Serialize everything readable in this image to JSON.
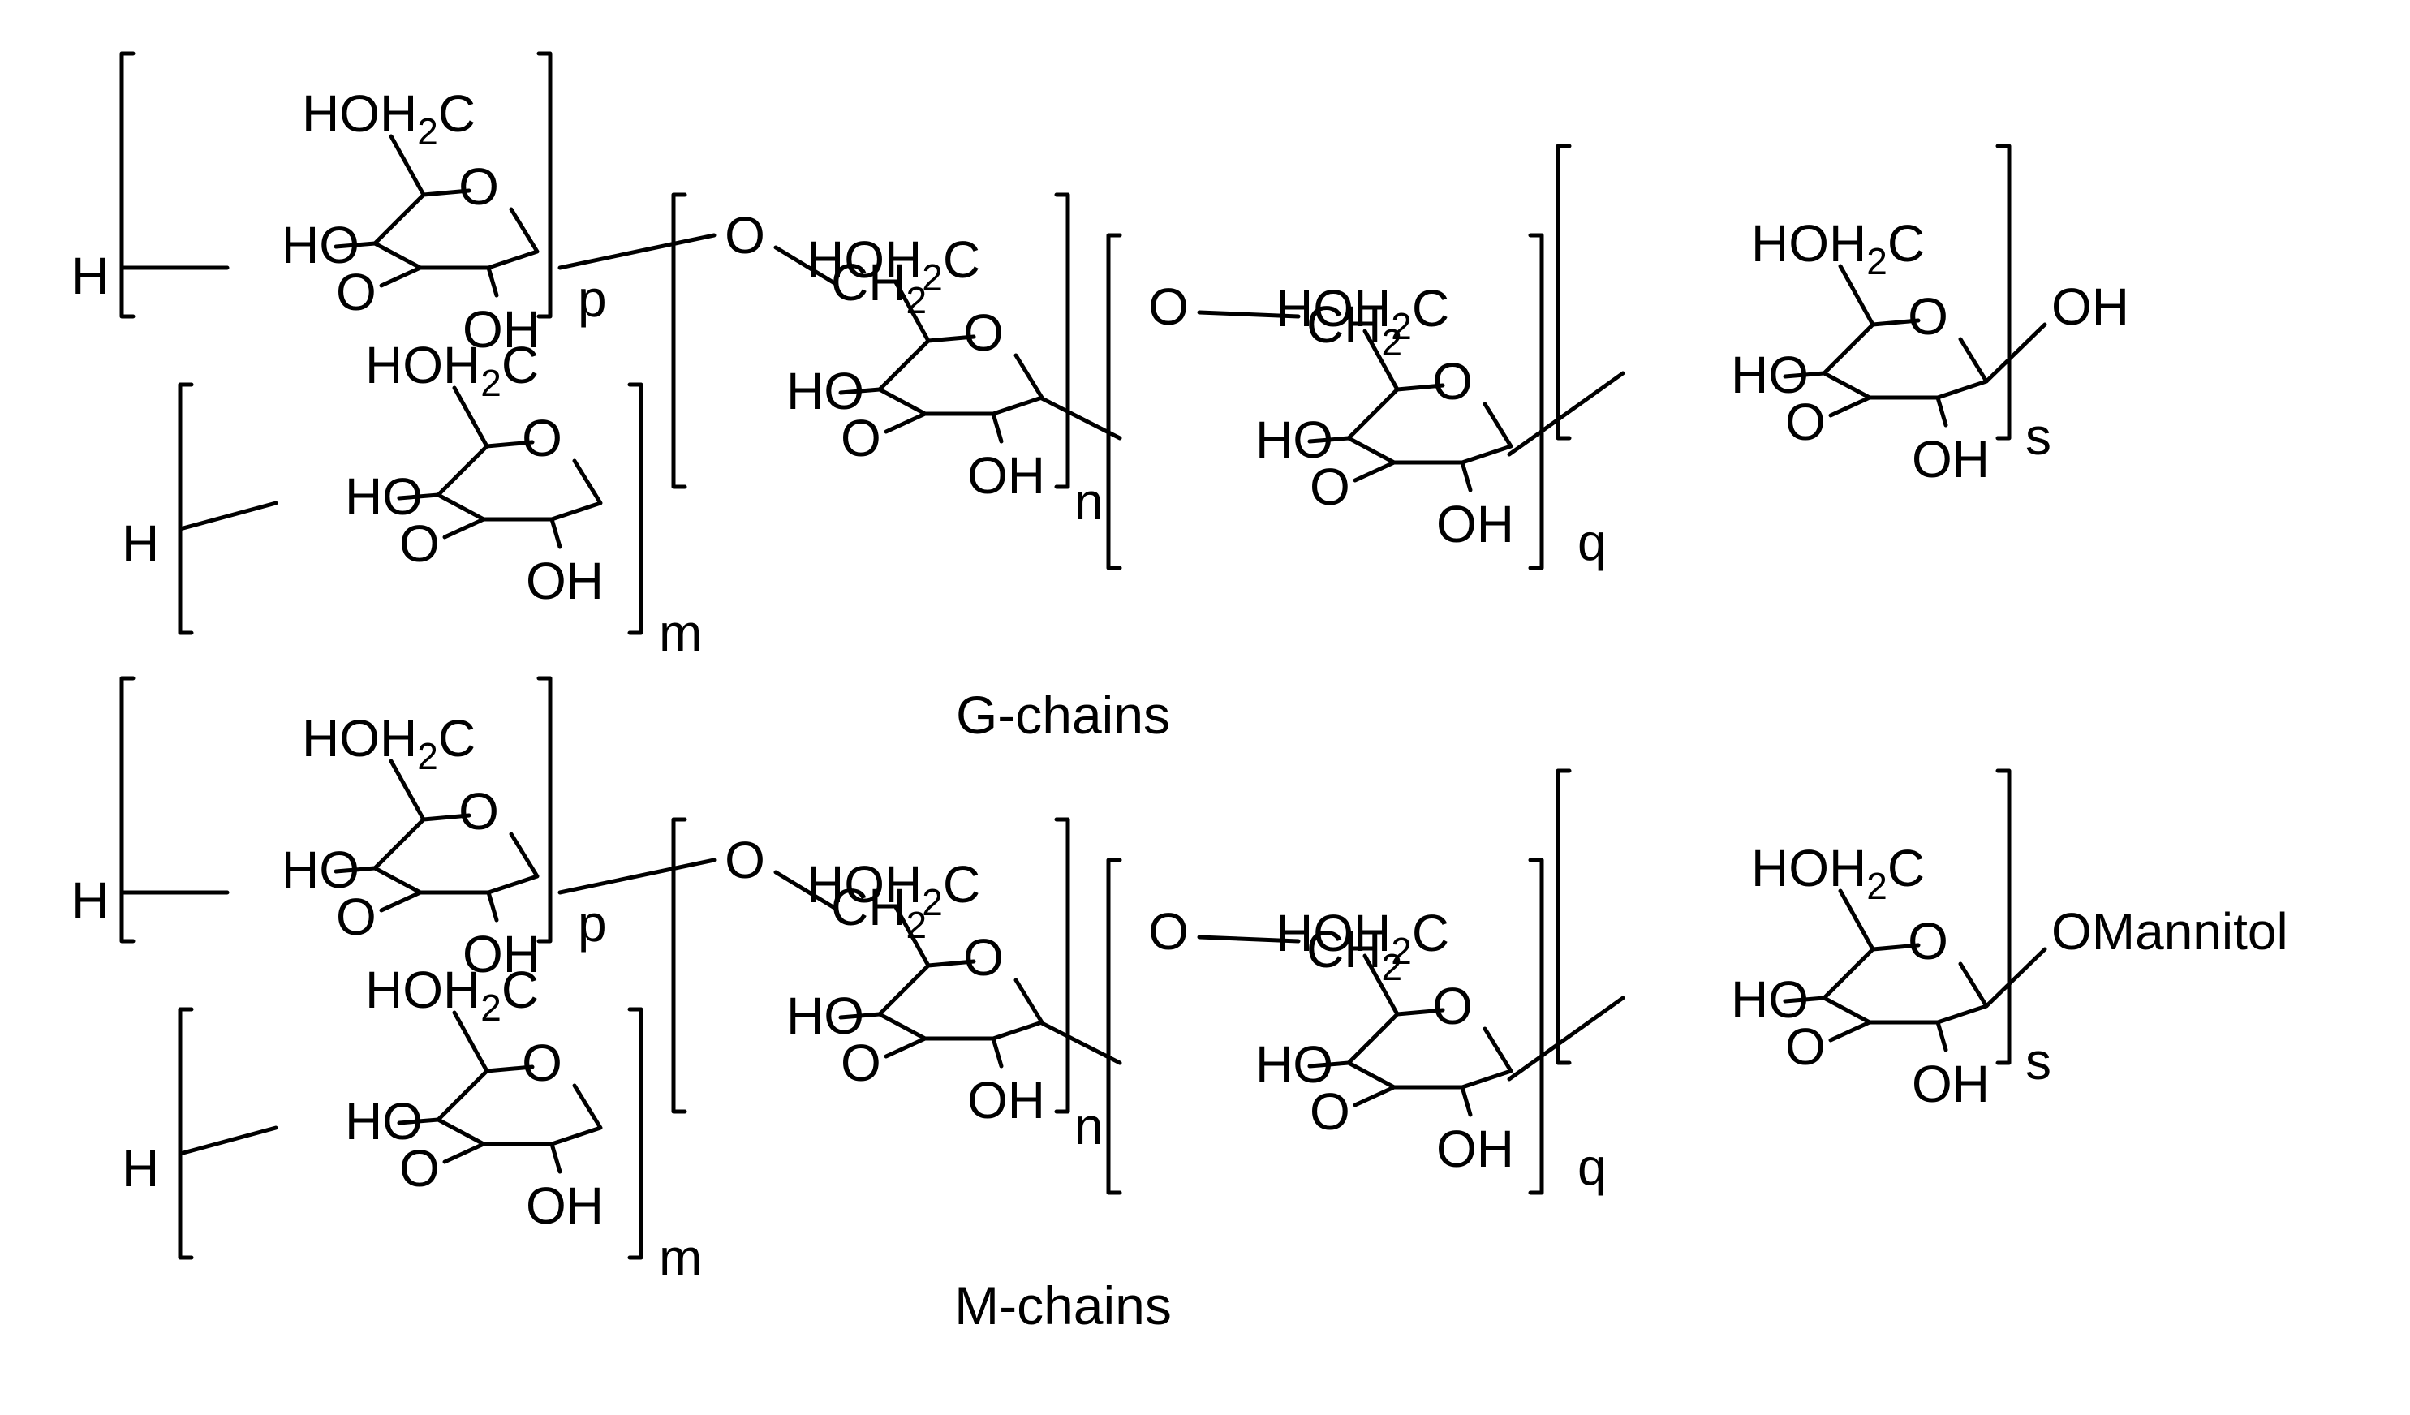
{
  "figure": {
    "chains": [
      {
        "caption": "G-chains",
        "terminal_group": "OH",
        "hydrogen": "H",
        "ring_O": "O",
        "hydroxyl": "OH",
        "ho": "HO",
        "ch2oh_prefix": "HOH",
        "ch2oh_sub": "2",
        "ch2oh_suffix": "C",
        "ch2_prefix": "CH",
        "ch2_sub": "2",
        "linkage_O": "O",
        "repeat_p": "p",
        "repeat_m": "m",
        "repeat_n": "n",
        "repeat_q": "q",
        "repeat_s": "s"
      },
      {
        "caption": "M-chains",
        "terminal_group": "OMannitol",
        "hydrogen": "H",
        "ring_O": "O",
        "hydroxyl": "OH",
        "ho": "HO",
        "ch2oh_prefix": "HOH",
        "ch2oh_sub": "2",
        "ch2oh_suffix": "C",
        "ch2_prefix": "CH",
        "ch2_sub": "2",
        "linkage_O": "O",
        "repeat_p": "p",
        "repeat_m": "m",
        "repeat_n": "n",
        "repeat_q": "q",
        "repeat_s": "s"
      }
    ]
  }
}
